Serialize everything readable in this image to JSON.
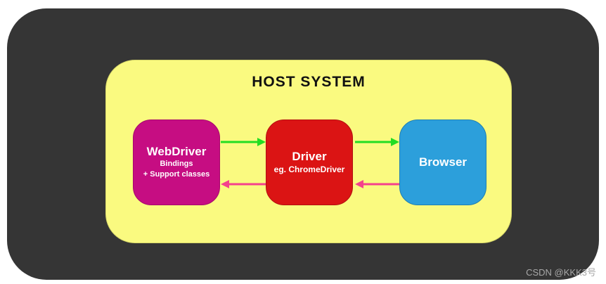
{
  "diagram": {
    "title": "HOST SYSTEM",
    "colors": {
      "page_bg": "#ffffff",
      "outer_panel": "#353535",
      "host_panel": "#FAFA80",
      "title_text": "#111111",
      "forward_arrow": "#22DD22",
      "backward_arrow": "#F4418D"
    },
    "nodes": [
      {
        "id": "webdriver",
        "title": "WebDriver",
        "lines": [
          "Bindings",
          "+ Support classes"
        ],
        "color": "#C60D82",
        "border": "#A50A6C",
        "text": "#ffffff"
      },
      {
        "id": "driver",
        "title": "Driver",
        "lines": [
          "eg. ChromeDriver"
        ],
        "color": "#DB1414",
        "border": "#B31010",
        "text": "#ffffff"
      },
      {
        "id": "browser",
        "title": "Browser",
        "lines": [],
        "color": "#2C9FDB",
        "border": "#1F7EB2",
        "text": "#ffffff"
      }
    ],
    "edges": [
      {
        "from": "webdriver",
        "to": "driver",
        "direction": "forward"
      },
      {
        "from": "driver",
        "to": "browser",
        "direction": "forward"
      },
      {
        "from": "driver",
        "to": "webdriver",
        "direction": "backward"
      },
      {
        "from": "browser",
        "to": "driver",
        "direction": "backward"
      }
    ]
  },
  "watermark": {
    "text": "CSDN @KKK3号",
    "color": "#A8A8A8"
  }
}
